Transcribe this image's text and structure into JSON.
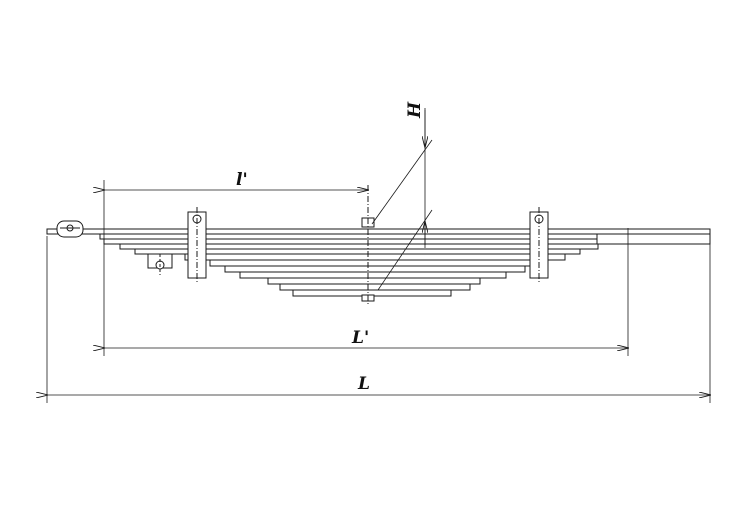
{
  "labels": {
    "height": "H",
    "half_length": "l'",
    "effective_length": "L'",
    "total_length": "L"
  },
  "colors": {
    "line": "#1a1a1a",
    "fill": "#ffffff"
  }
}
